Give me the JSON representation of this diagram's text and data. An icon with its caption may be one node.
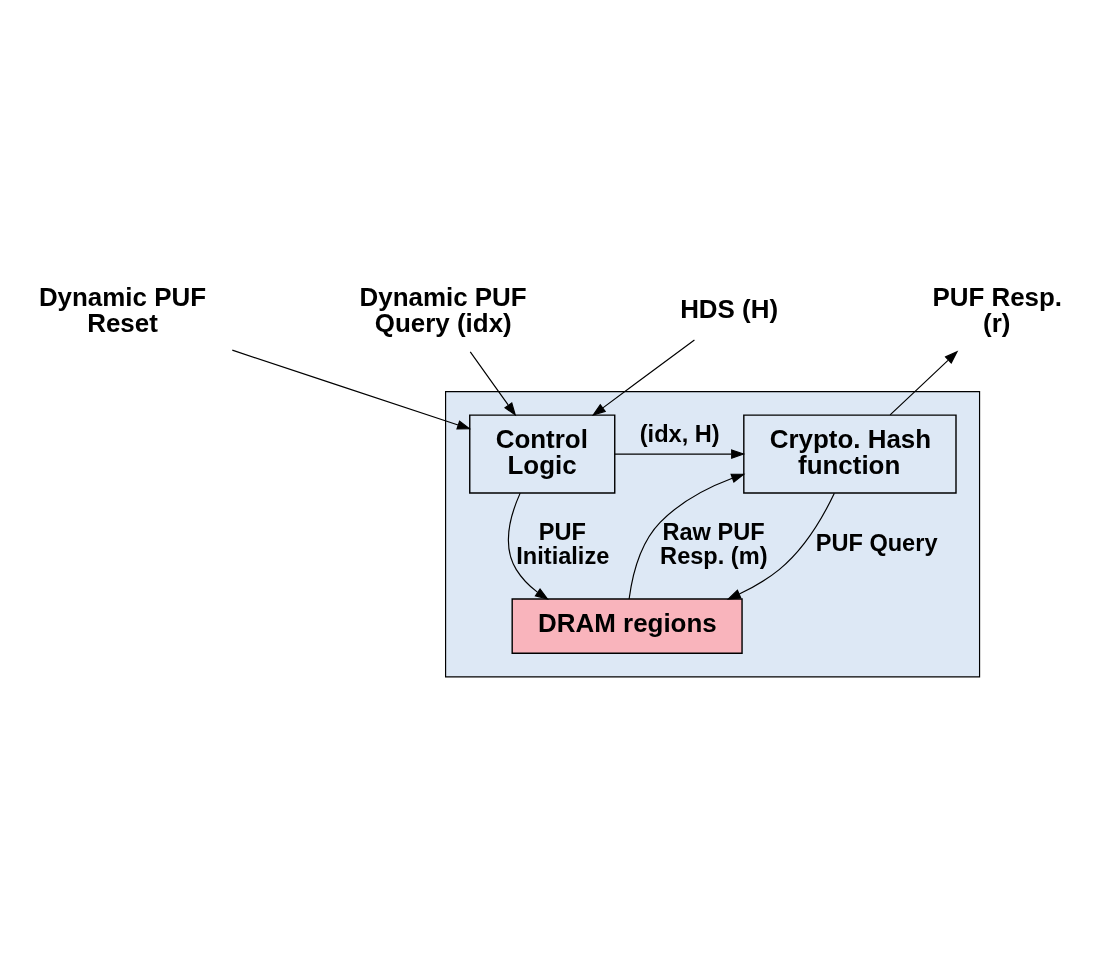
{
  "diagram": {
    "nodes": [
      {
        "text": [
          "Dynamic PUF Reset"
        ]
      },
      {
        "text": [
          "Dynamic PUF Query (idx)"
        ]
      },
      {
        "text": [
          "HDS (H)"
        ]
      },
      {
        "text": [
          "PUF Resp. (r)"
        ]
      },
      {
        "text": [],
        "shape": "box"
      },
      {
        "text": [
          "Control Logic"
        ],
        "in": 4
      },
      {
        "text": [
          "Crypto. Hash function"
        ],
        "in": 4
      },
      {
        "text": [
          "DRAM regions"
        ],
        "in": 4
      }
    ],
    "edges": [
      {
        "from": 0,
        "to": 5,
        "arrow": "to"
      },
      {
        "from": 1,
        "to": 5,
        "arrow": "to"
      },
      {
        "from": 2,
        "to": 5,
        "arrow": "to"
      },
      {
        "from": 6,
        "to": 3,
        "arrow": "to"
      },
      {
        "from": 5,
        "to": 6,
        "arrow": "to",
        "label": "(idx, H)"
      },
      {
        "from": 5,
        "to": 7,
        "arrow": "to",
        "label": "PUF Initialize"
      },
      {
        "from": 6,
        "to": 7,
        "arrow": "to",
        "label": "PUF Query"
      },
      {
        "from": 7,
        "to": 6,
        "arrow": "to",
        "label": "Raw PUF Resp. (m)"
      }
    ]
  }
}
